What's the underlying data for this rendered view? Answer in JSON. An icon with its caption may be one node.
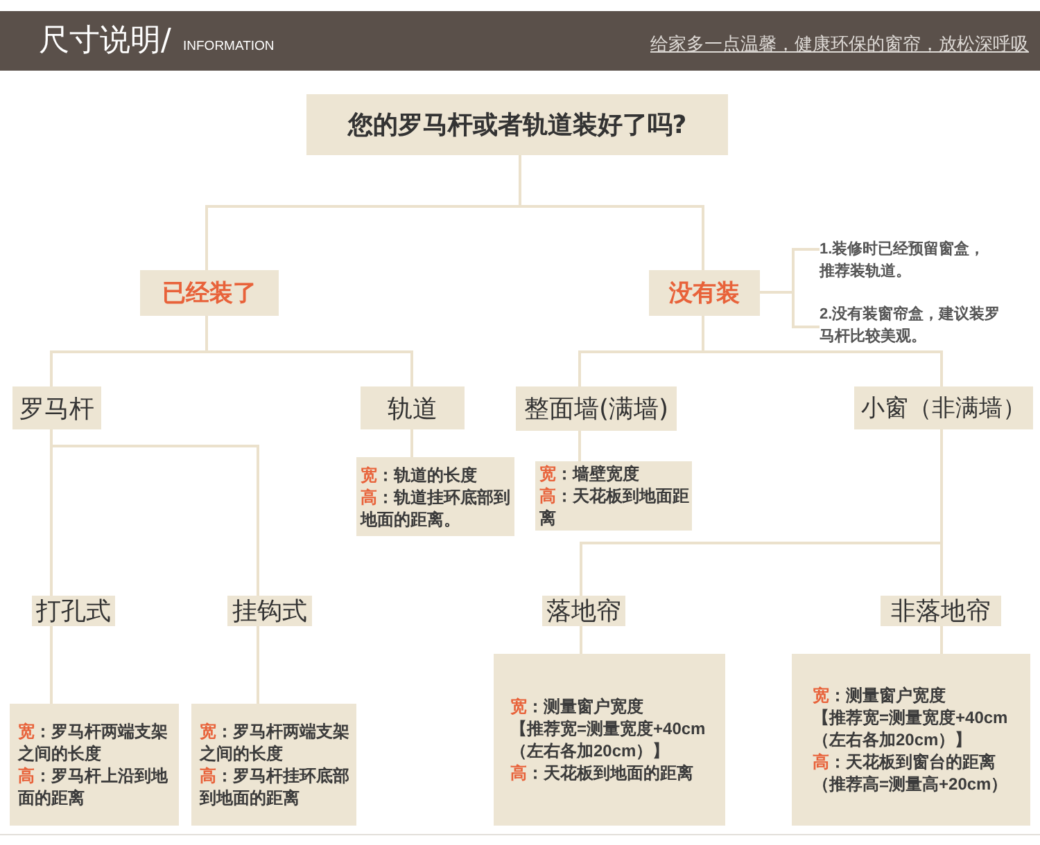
{
  "diagram": {
    "title": "尺寸说明/",
    "nodes": [
      {
        "text": [
          "您的罗马杆或者轨道装好了吗?"
        ]
      },
      {
        "text": [
          "已经装了"
        ]
      },
      {
        "text": [
          "没有装"
        ]
      },
      {
        "text": [
          "1.装修时已经预留窗盒，推荐装轨道。"
        ]
      },
      {
        "text": [
          "2.没有装窗帘盒，建议装罗马杆比较美观。"
        ]
      },
      {
        "text": [
          "罗马杆"
        ]
      },
      {
        "text": [
          "轨道"
        ]
      },
      {
        "text": [
          "整面墙(满墙)"
        ]
      },
      {
        "text": [
          "小窗（非满墙）"
        ]
      },
      {
        "text": [
          "宽：轨道的长度",
          "高：轨道挂环底部到地面的距离。"
        ]
      },
      {
        "text": [
          "宽：墙壁宽度",
          "高：天花板到地面距离"
        ]
      },
      {
        "text": [
          "打孔式"
        ]
      },
      {
        "text": [
          "挂钩式"
        ]
      },
      {
        "text": [
          "落地帘"
        ]
      },
      {
        "text": [
          "非落地帘"
        ]
      },
      {
        "text": [
          "宽：罗马杆两端支架之间的长度",
          "高：罗马杆上沿到地面的距离"
        ]
      },
      {
        "text": [
          "宽：罗马杆两端支架之间的长度",
          "高：罗马杆挂环底部到地面的距离"
        ]
      },
      {
        "text": [
          "宽：测量窗户宽度",
          "【推荐宽=测量宽度+40cm（左右各加20cm）】",
          "高：天花板到地面的距离"
        ]
      },
      {
        "text": [
          "宽：测量窗户宽度",
          "【推荐宽=测量宽度+40cm（左右各加20cm）】",
          "高：天花板到窗台的距离",
          "（推荐高=测量高+20cm）"
        ]
      }
    ],
    "edges": [
      {
        "from": 0,
        "to": 1,
        "arrow": "none"
      },
      {
        "from": 0,
        "to": 2,
        "arrow": "none"
      },
      {
        "from": 2,
        "to": 3,
        "arrow": "none"
      },
      {
        "from": 2,
        "to": 4,
        "arrow": "none"
      },
      {
        "from": 1,
        "to": 5,
        "arrow": "none"
      },
      {
        "from": 1,
        "to": 6,
        "arrow": "none"
      },
      {
        "from": 2,
        "to": 7,
        "arrow": "none"
      },
      {
        "from": 2,
        "to": 8,
        "arrow": "none"
      },
      {
        "from": 6,
        "to": 9,
        "arrow": "none"
      },
      {
        "from": 7,
        "to": 10,
        "arrow": "none"
      },
      {
        "from": 5,
        "to": 11,
        "arrow": "none"
      },
      {
        "from": 5,
        "to": 12,
        "arrow": "none"
      },
      {
        "from": 8,
        "to": 13,
        "arrow": "none"
      },
      {
        "from": 8,
        "to": 14,
        "arrow": "none"
      },
      {
        "from": 11,
        "to": 15,
        "arrow": "none"
      },
      {
        "from": 12,
        "to": 16,
        "arrow": "none"
      },
      {
        "from": 13,
        "to": 17,
        "arrow": "none"
      },
      {
        "from": 14,
        "to": 18,
        "arrow": "none"
      }
    ],
    "labels": [
      "INFORMATION",
      "给家多一点温馨，健康环保的窗帘，放松深呼吸"
    ]
  }
}
